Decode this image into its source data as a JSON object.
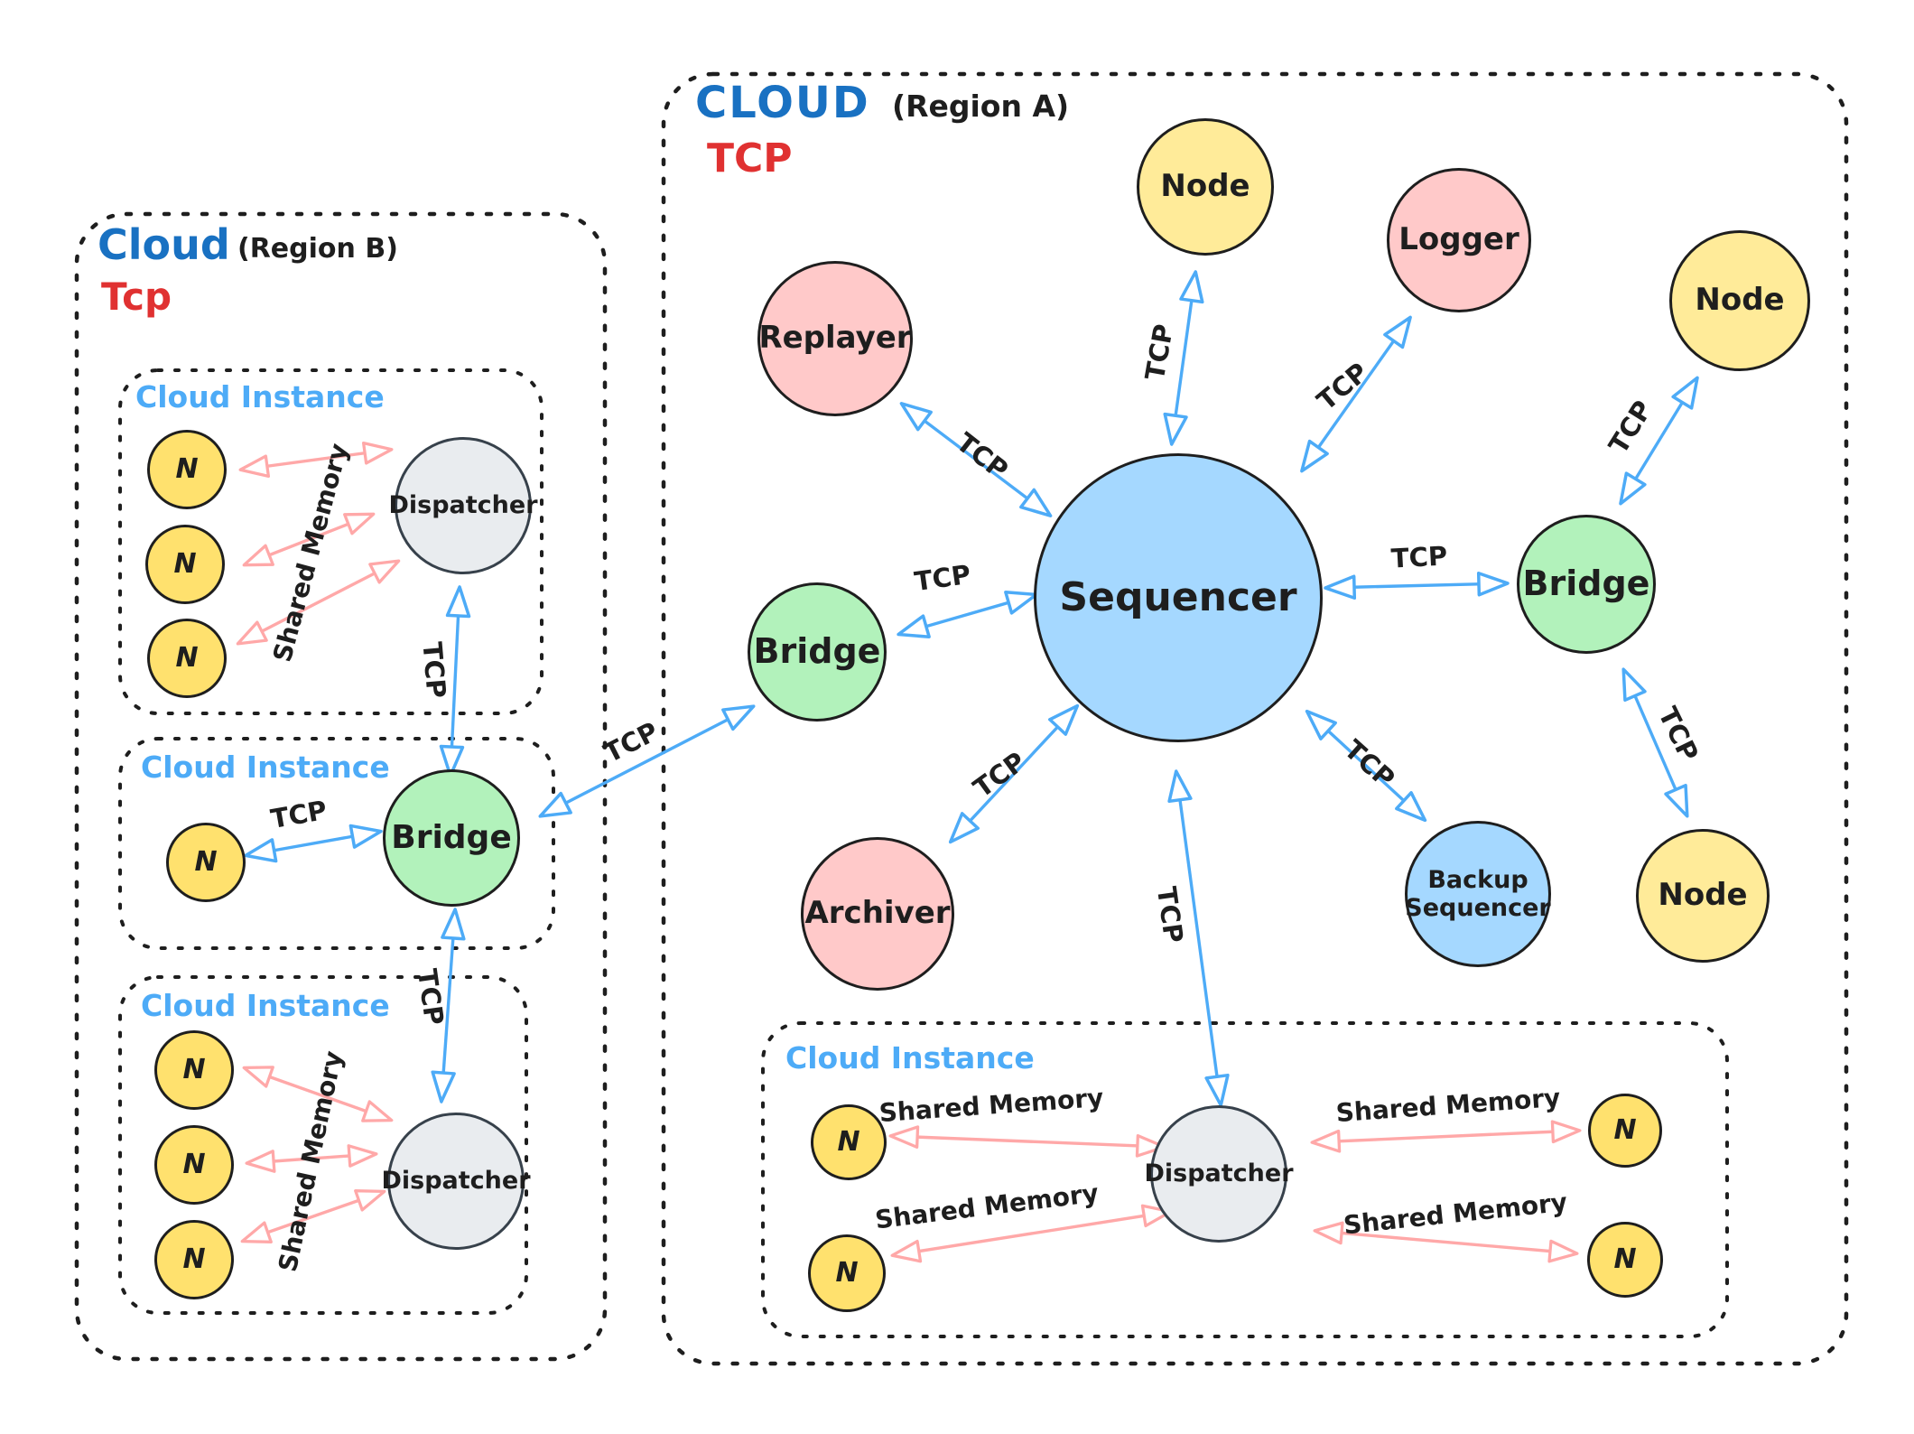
{
  "colors": {
    "canvas_bg": "#ffffff",
    "ink": "#1e1e1e",
    "region_title_blue": "#1971c2",
    "instance_title_blue": "#4dabf7",
    "protocol_red": "#e03131",
    "arrow_blue": "#4dabf7",
    "arrow_pink": "#ffa8a8",
    "node_yellow": "#ffeb99",
    "n_yellow": "#ffe16e",
    "pink_fill": "#ffc9c9",
    "blue_fill": "#a5d8ff",
    "green_fill": "#b2f2bb",
    "gray_fill": "#e9ecef"
  },
  "region_a": {
    "title": "CLOUD",
    "region_label": "(Region A)",
    "protocol": "TCP",
    "sequencer": "Sequencer",
    "replayer": "Replayer",
    "logger": "Logger",
    "node_top": "Node",
    "node_northeast": "Node",
    "node_southeast": "Node",
    "bridge_east": "Bridge",
    "bridge_west": "Bridge",
    "backup_sequencer": "Backup Sequencer",
    "archiver": "Archiver",
    "instance": {
      "title": "Cloud Instance",
      "dispatcher": "Dispatcher",
      "n1": "N",
      "n2": "N",
      "n3": "N",
      "n4": "N"
    }
  },
  "region_b": {
    "title": "Cloud",
    "region_label": "(Region B)",
    "protocol": "Tcp",
    "instance1": {
      "title": "Cloud Instance",
      "n1": "N",
      "n2": "N",
      "n3": "N",
      "dispatcher": "Dispatcher",
      "shared_memory": "Shared Memory"
    },
    "instance2": {
      "title": "Cloud Instance",
      "n1": "N",
      "bridge": "Bridge"
    },
    "instance3": {
      "title": "Cloud Instance",
      "n1": "N",
      "n2": "N",
      "n3": "N",
      "dispatcher": "Dispatcher",
      "shared_memory": "Shared Memory"
    }
  },
  "tcp_edges": [
    {
      "from": "Sequencer",
      "to": "Replayer",
      "label": "TCP"
    },
    {
      "from": "Sequencer",
      "to": "Node (top)",
      "label": "TCP"
    },
    {
      "from": "Sequencer",
      "to": "Logger",
      "label": "TCP"
    },
    {
      "from": "Sequencer",
      "to": "Bridge (east)",
      "label": "TCP"
    },
    {
      "from": "Bridge (east)",
      "to": "Node (northeast)",
      "label": "TCP"
    },
    {
      "from": "Bridge (east)",
      "to": "Node (southeast)",
      "label": "TCP"
    },
    {
      "from": "Sequencer",
      "to": "Backup Sequencer",
      "label": "TCP"
    },
    {
      "from": "Sequencer",
      "to": "Archiver",
      "label": "TCP"
    },
    {
      "from": "Sequencer",
      "to": "Dispatcher (Region A instance)",
      "label": "TCP"
    },
    {
      "from": "Bridge (west)",
      "to": "Sequencer",
      "label": "TCP"
    },
    {
      "from": "Bridge (west)",
      "to": "Bridge (Region B)",
      "label": "TCP"
    },
    {
      "from": "Dispatcher (instance 1)",
      "to": "Bridge (instance 2)",
      "label": "TCP"
    },
    {
      "from": "N (instance 2)",
      "to": "Bridge (instance 2)",
      "label": "TCP"
    },
    {
      "from": "Bridge (instance 2)",
      "to": "Dispatcher (instance 3)",
      "label": "TCP"
    }
  ],
  "shared_memory_edges": [
    {
      "from": "N nodes (instance 1)",
      "to": "Dispatcher",
      "label": "Shared Memory"
    },
    {
      "from": "N nodes (instance 3)",
      "to": "Dispatcher",
      "label": "Shared Memory"
    },
    {
      "from": "N (left top)",
      "to": "Dispatcher",
      "label": "Shared Memory"
    },
    {
      "from": "N (left bottom)",
      "to": "Dispatcher",
      "label": "Shared Memory"
    },
    {
      "from": "Dispatcher",
      "to": "N (right top)",
      "label": "Shared Memory"
    },
    {
      "from": "Dispatcher",
      "to": "N (right bottom)",
      "label": "Shared Memory"
    }
  ]
}
